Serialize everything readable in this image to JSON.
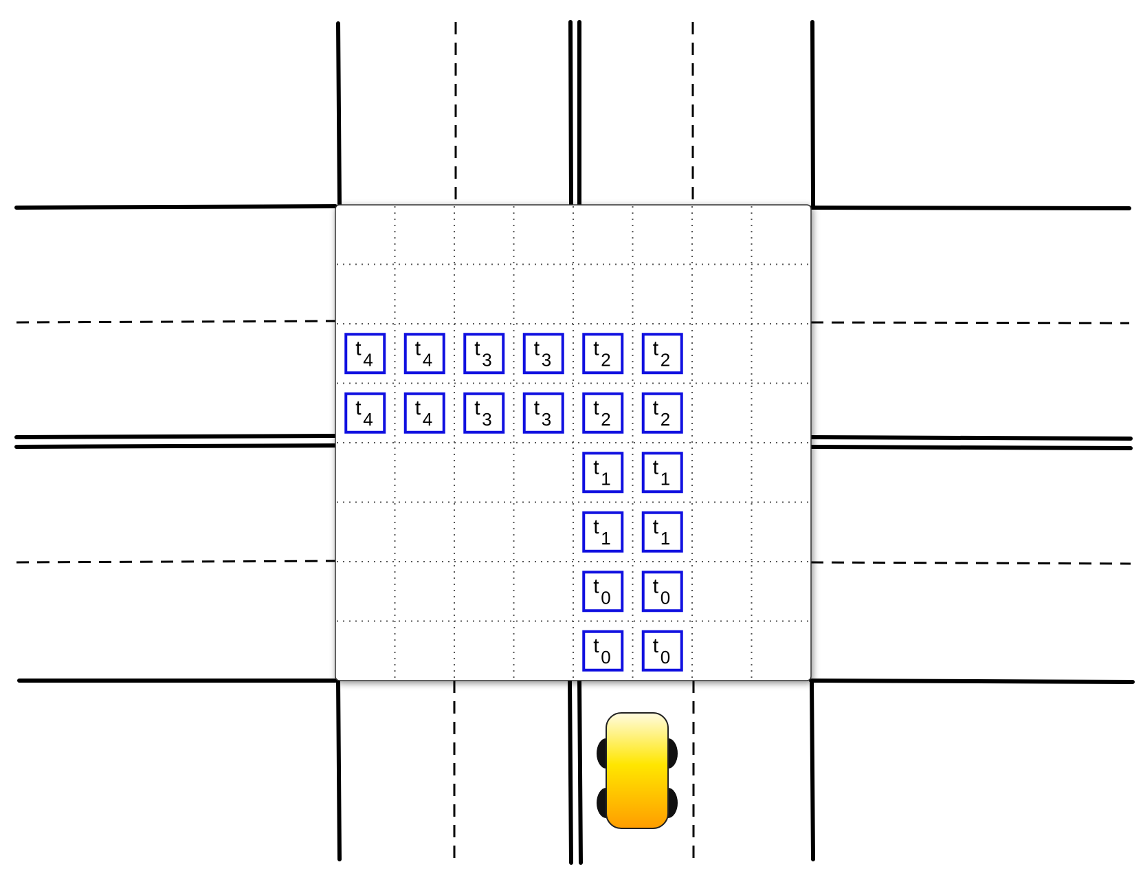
{
  "diagram": {
    "grid": {
      "rows": 8,
      "cols": 8
    },
    "time_prefix": "t",
    "reservations": [
      {
        "row": 2,
        "col": 0,
        "label": "t",
        "sub": "4"
      },
      {
        "row": 2,
        "col": 1,
        "label": "t",
        "sub": "4"
      },
      {
        "row": 2,
        "col": 2,
        "label": "t",
        "sub": "3"
      },
      {
        "row": 2,
        "col": 3,
        "label": "t",
        "sub": "3"
      },
      {
        "row": 2,
        "col": 4,
        "label": "t",
        "sub": "2"
      },
      {
        "row": 2,
        "col": 5,
        "label": "t",
        "sub": "2"
      },
      {
        "row": 3,
        "col": 0,
        "label": "t",
        "sub": "4"
      },
      {
        "row": 3,
        "col": 1,
        "label": "t",
        "sub": "4"
      },
      {
        "row": 3,
        "col": 2,
        "label": "t",
        "sub": "3"
      },
      {
        "row": 3,
        "col": 3,
        "label": "t",
        "sub": "3"
      },
      {
        "row": 3,
        "col": 4,
        "label": "t",
        "sub": "2"
      },
      {
        "row": 3,
        "col": 5,
        "label": "t",
        "sub": "2"
      },
      {
        "row": 4,
        "col": 4,
        "label": "t",
        "sub": "1"
      },
      {
        "row": 4,
        "col": 5,
        "label": "t",
        "sub": "1"
      },
      {
        "row": 5,
        "col": 4,
        "label": "t",
        "sub": "1"
      },
      {
        "row": 5,
        "col": 5,
        "label": "t",
        "sub": "1"
      },
      {
        "row": 6,
        "col": 4,
        "label": "t",
        "sub": "0"
      },
      {
        "row": 6,
        "col": 5,
        "label": "t",
        "sub": "0"
      },
      {
        "row": 7,
        "col": 4,
        "label": "t",
        "sub": "0"
      },
      {
        "row": 7,
        "col": 5,
        "label": "t",
        "sub": "0"
      }
    ],
    "colors": {
      "reservation_border": "#1010e0",
      "car_top": "#fffbe0",
      "car_mid": "#ffe600",
      "car_bottom": "#ff9d00"
    },
    "car_icon": "car-icon"
  }
}
